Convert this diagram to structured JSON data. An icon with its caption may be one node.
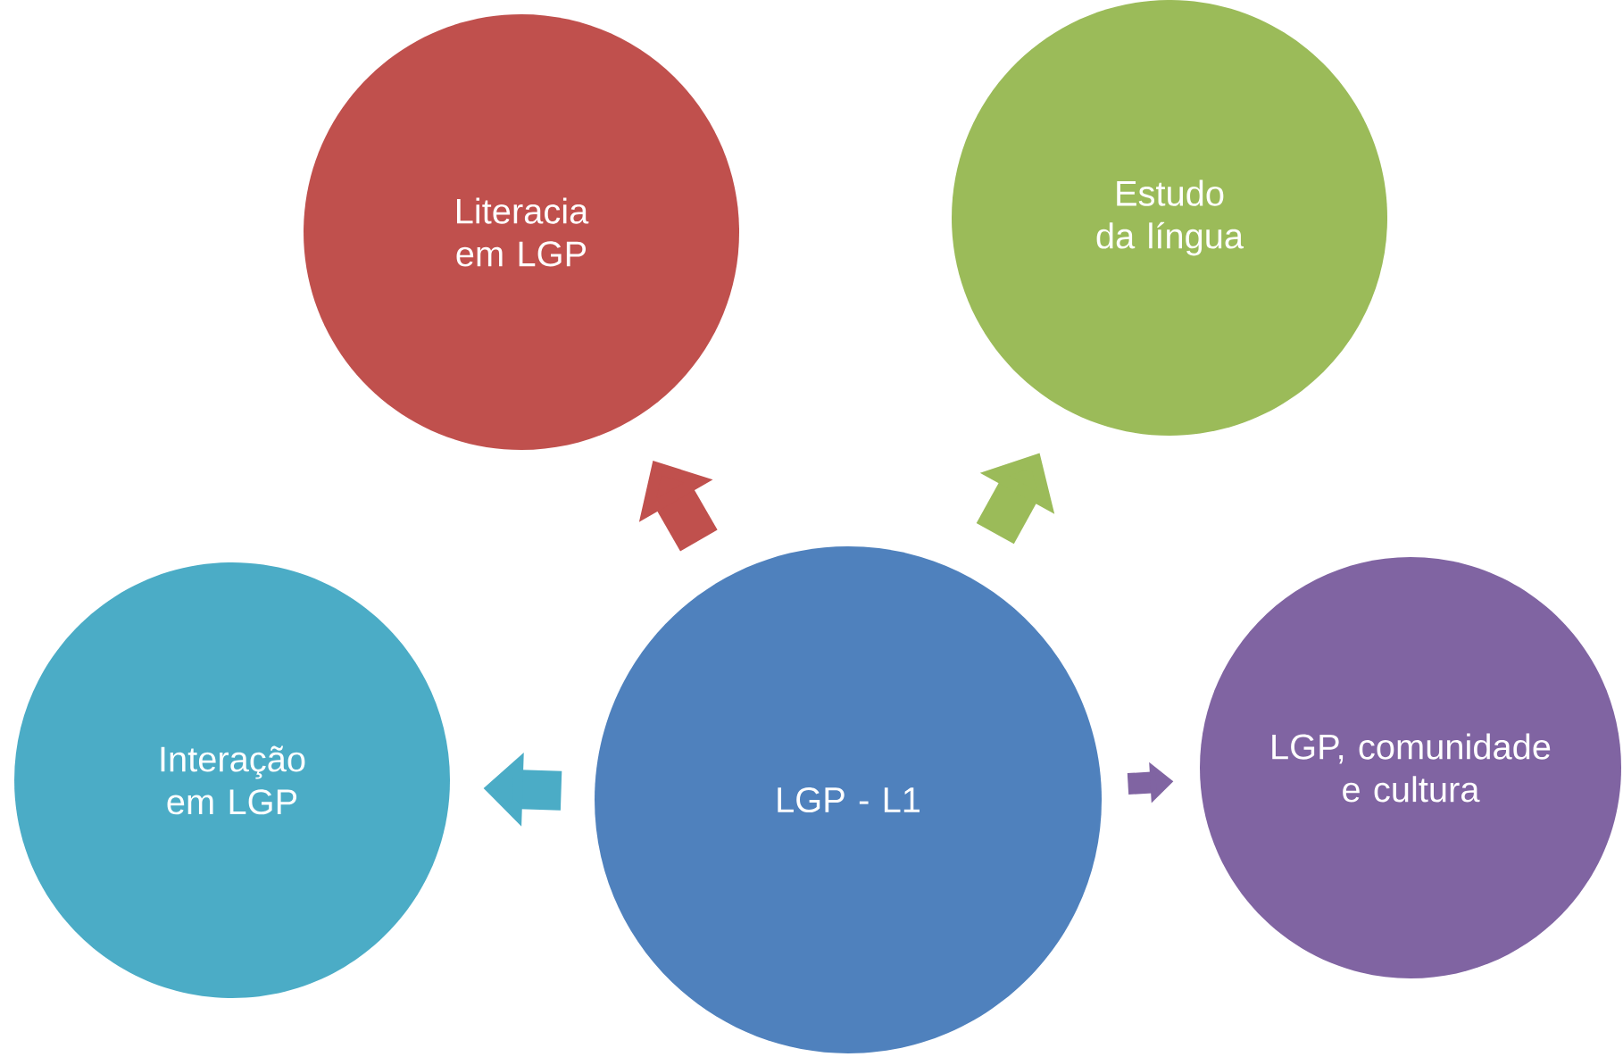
{
  "diagram": {
    "nodes": [
      {
        "text": [
          "Literacia em LGP"
        ]
      },
      {
        "text": [
          "Estudo da língua"
        ]
      },
      {
        "text": [
          "Interação em LGP"
        ]
      },
      {
        "text": [
          "LGP - L1"
        ]
      },
      {
        "text": [
          "LGP, comunidade e cultura"
        ]
      }
    ],
    "edges": [
      {
        "from": 3,
        "to": 0,
        "arrow": "to",
        "color": "#c0504d"
      },
      {
        "from": 3,
        "to": 1,
        "arrow": "to",
        "color": "#9bbb59"
      },
      {
        "from": 3,
        "to": 2,
        "arrow": "to",
        "color": "#4bacc6"
      },
      {
        "from": 3,
        "to": 4,
        "arrow": "to",
        "color": "#8064a2"
      }
    ]
  }
}
